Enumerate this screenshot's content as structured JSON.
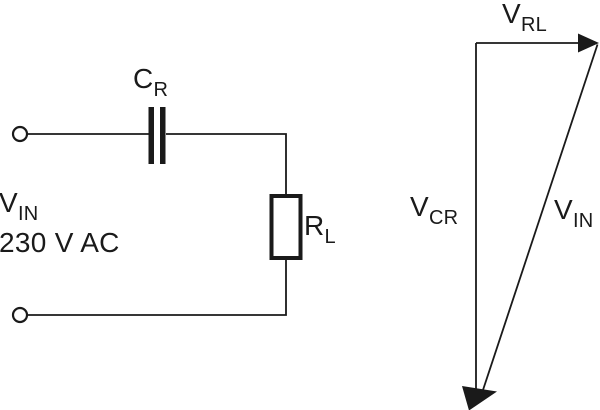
{
  "colors": {
    "ink": "#1a1a1a",
    "background": "#ffffff"
  },
  "circuit": {
    "input_label": {
      "main": "V",
      "sub": "IN"
    },
    "input_value": "230 V AC",
    "capacitor_label": {
      "main": "C",
      "sub": "R"
    },
    "resistor_label": {
      "main": "R",
      "sub": "L"
    }
  },
  "phasor": {
    "horizontal_vector_label": {
      "main": "V",
      "sub": "RL"
    },
    "vertical_vector_label": {
      "main": "V",
      "sub": "CR"
    },
    "resultant_vector_label": {
      "main": "V",
      "sub": "IN"
    }
  }
}
